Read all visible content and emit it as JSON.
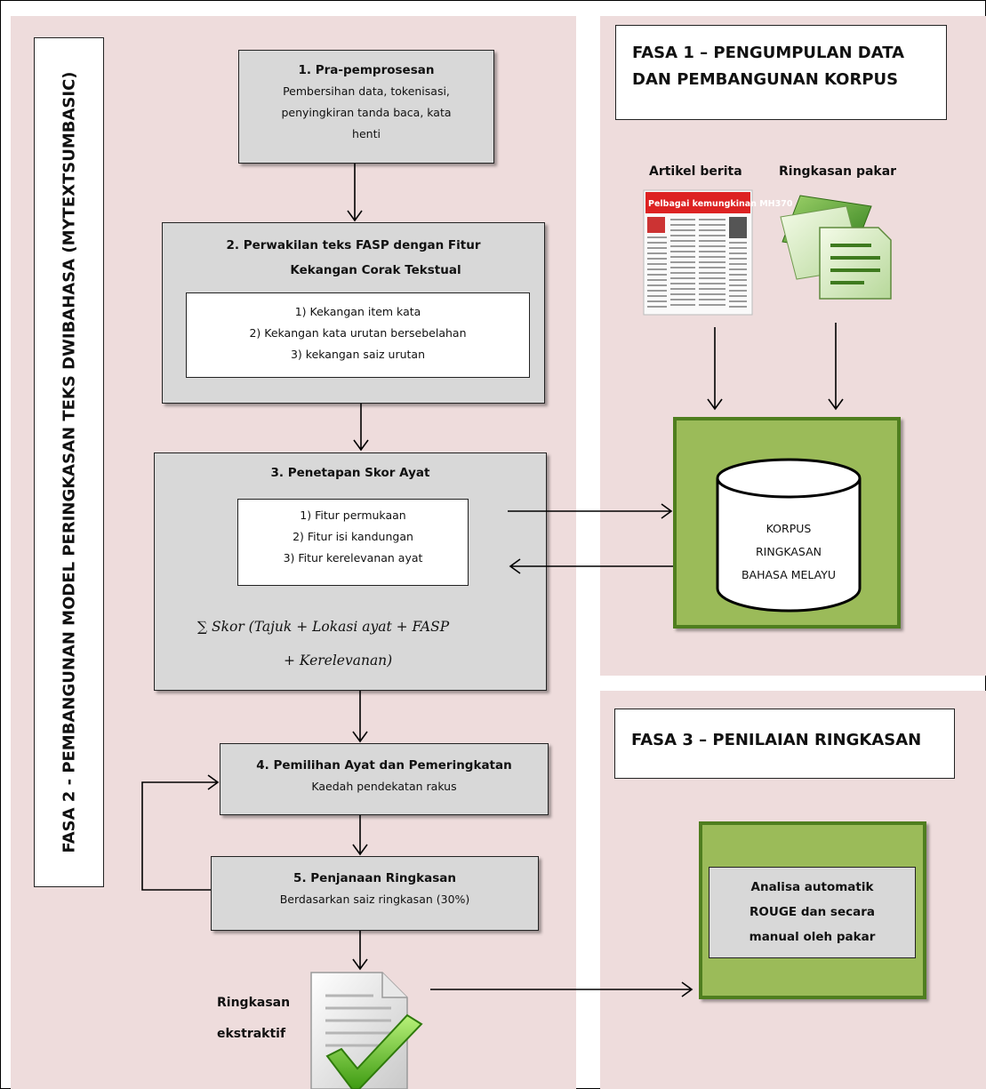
{
  "phase2": {
    "title": "FASA 2 - PEMBANGUNAN MODEL PERINGKASAN TEKS DWIBAHASA (MYTEXTSUMBASIC)",
    "step1": {
      "title": "1. Pra-pemprosesan",
      "lines": [
        "Pembersihan data, tokenisasi,",
        "penyingkiran tanda baca, kata",
        "henti"
      ]
    },
    "step2": {
      "title_lines": [
        "2. Perwakilan teks FASP dengan Fitur",
        "Kekangan Corak Tekstual"
      ],
      "items": [
        "1) Kekangan item kata",
        "2) Kekangan kata urutan bersebelahan",
        "3) kekangan saiz urutan"
      ]
    },
    "step3": {
      "title": "3. Penetapan Skor Ayat",
      "items": [
        "1)  Fitur permukaan",
        "2) Fitur isi kandungan",
        "3) Fitur kerelevanan ayat"
      ],
      "formula_line1": "∑ Skor (Tajuk + Lokasi ayat + FASP",
      "formula_line2": "+ Kerelevanan)"
    },
    "step4": {
      "title": "4. Pemilihan Ayat dan Pemeringkatan",
      "subtitle": "Kaedah pendekatan rakus"
    },
    "step5": {
      "title": "5. Penjanaan Ringkasan",
      "subtitle": "Berdasarkan saiz ringkasan (30%)"
    },
    "output_label_lines": [
      "Ringkasan",
      "ekstraktif"
    ]
  },
  "phase1": {
    "title_lines": [
      "FASA 1 – PENGUMPULAN DATA",
      "DAN PEMBANGUNAN KORPUS"
    ],
    "source1_label": "Artikel berita",
    "source2_label": "Ringkasan  pakar",
    "newspaper_headline": "Pelbagai kemungkinan MH370",
    "corpus_lines": [
      "KORPUS",
      "RINGKASAN",
      "BAHASA MELAYU"
    ]
  },
  "phase3": {
    "title": "FASA 3 – PENILAIAN RINGKASAN",
    "evaluation_lines": [
      "Analisa automatik",
      "ROUGE dan secara",
      "manual oleh pakar"
    ]
  },
  "colors": {
    "panel_bg": "#eedcdc",
    "process_box": "#d8d8d8",
    "green_fill": "#9bbb59",
    "green_border": "#4f7e1f"
  }
}
